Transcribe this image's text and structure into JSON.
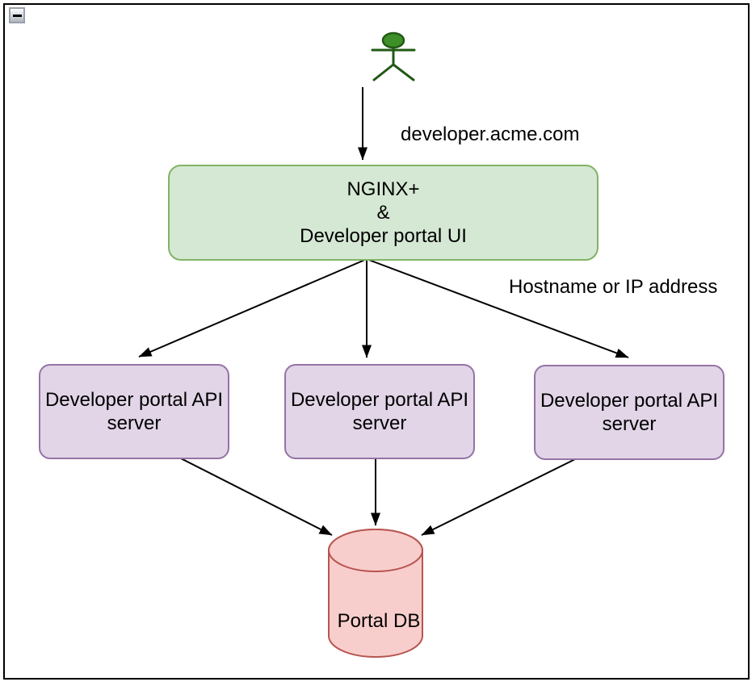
{
  "window": {
    "collapse_button": {
      "icon": "minus"
    }
  },
  "diagram": {
    "actor": {
      "role": "user",
      "fill": "#3f8f29",
      "stroke": "#205913"
    },
    "edges": {
      "arrow_color": "#000000",
      "user_to_gateway_label": "developer.acme.com",
      "gateway_to_servers_label": "Hostname or IP address"
    },
    "nodes": {
      "gateway": {
        "label": "NGINX+\n&\nDeveloper portal UI",
        "fill": "#d5e8d4",
        "stroke": "#82b366"
      },
      "api_servers": [
        {
          "label": "Developer portal API\nserver"
        },
        {
          "label": "Developer portal API\nserver"
        },
        {
          "label": "Developer portal API\nserver"
        }
      ],
      "api_server_colors": {
        "fill": "#e1d5e7",
        "stroke": "#9673a6"
      },
      "database": {
        "label": "Portal DB",
        "fill": "#f8cecc",
        "stroke": "#b85450"
      }
    }
  }
}
